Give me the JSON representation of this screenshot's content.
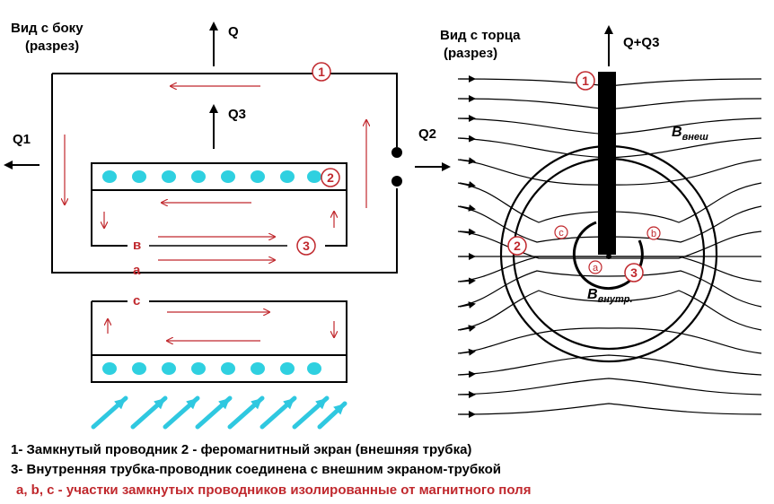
{
  "left_panel": {
    "title_line1": "Вид с боку",
    "title_line2": "(разрез)",
    "flux_labels": {
      "q": "Q",
      "q1": "Q1",
      "q2": "Q2",
      "q3": "Q3"
    },
    "section_labels": {
      "b": "в",
      "a": "a",
      "c": "c"
    },
    "markers": {
      "m1": "1",
      "m2": "2",
      "m3": "3"
    }
  },
  "right_panel": {
    "title_line1": "Вид с торца",
    "title_line2": "(разрез)",
    "flux_label": "Q+Q3",
    "b_outer": "B",
    "b_outer_sub": "внеш",
    "b_inner": "B",
    "b_inner_sub": "внутр.",
    "markers": {
      "m1": "1",
      "m2": "2",
      "m3": "3"
    },
    "section_markers": {
      "a": "a",
      "b": "b",
      "c": "c"
    }
  },
  "legend": {
    "line1": "1- Замкнутый проводник 2 - феромагнитный экран (внешняя трубка)",
    "line2": "3- Внутренняя трубка-проводник соединена с внешним экраном-трубкой",
    "line3": "a, b, c -  участки замкнутых проводников изолированные от магнитного поля"
  },
  "colors": {
    "current": "#c0282d",
    "dots": "#2fd0e0",
    "field_arrows": "#2fc8e0",
    "ink": "#000000"
  }
}
